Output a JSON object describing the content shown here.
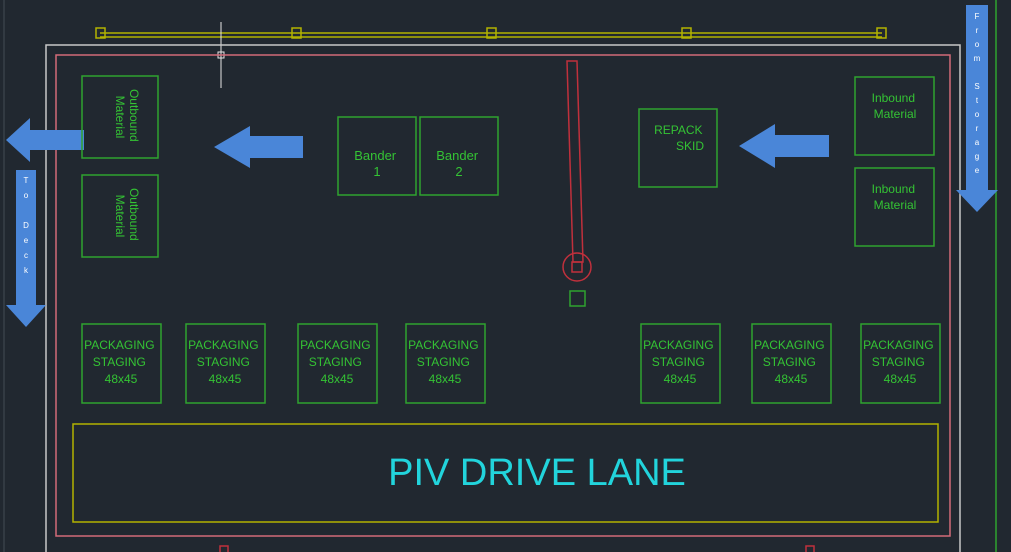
{
  "colors": {
    "background": "#212830",
    "entity_green": "#2fa32f",
    "text_green": "#34c334",
    "outer_wall": "#c8c8c8",
    "inner_wall": "#d36a78",
    "rail_yellow": "#b3b300",
    "lane_cyan": "#22d4dc",
    "arrow_blue": "#4a86d8",
    "crane_red": "#c0303c"
  },
  "flows": {
    "from_storage": "From Storage",
    "to_dock": "To Deck"
  },
  "boxes": {
    "outbound_1": [
      "Outbound",
      "Material"
    ],
    "outbound_2": [
      "Outbound",
      "Material"
    ],
    "bander_1": [
      "Bander",
      "1"
    ],
    "bander_2": [
      "Bander",
      "2"
    ],
    "repack": [
      "REPACK",
      "SKID"
    ],
    "inbound_1": [
      "Inbound",
      "Material"
    ],
    "inbound_2": [
      "Inbound",
      "Material"
    ]
  },
  "staging": {
    "lines": [
      "PACKAGING",
      "STAGING",
      "48x45"
    ],
    "count": 7
  },
  "drive_lane": {
    "label": "PIV DRIVE LANE"
  }
}
